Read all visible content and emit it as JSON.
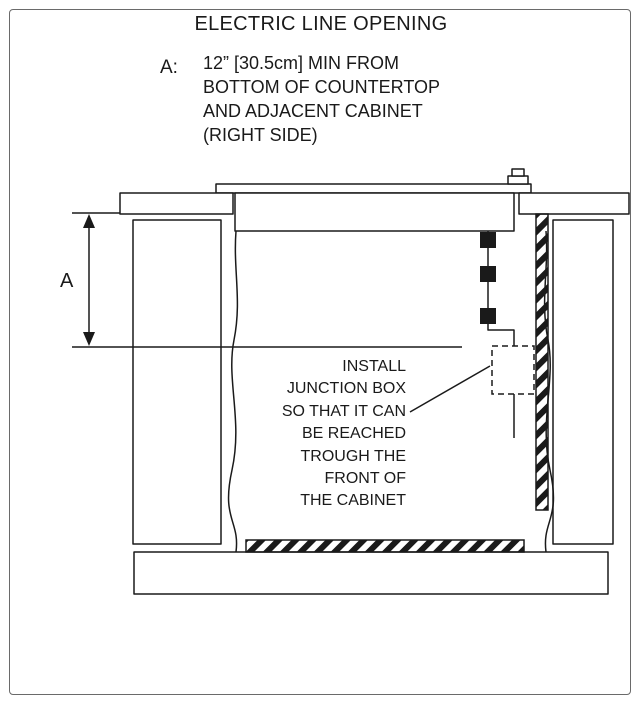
{
  "diagram": {
    "title": "ELECTRIC LINE OPENING",
    "spec": {
      "key": "A:",
      "lines": [
        "12” [30.5cm] MIN FROM",
        "BOTTOM OF COUNTERTOP",
        "AND ADJACENT CABINET",
        "(RIGHT SIDE)"
      ]
    },
    "dimension_label": "A",
    "note_lines": [
      "INSTALL",
      "JUNCTION BOX",
      "SO THAT IT CAN",
      "BE REACHED",
      "TROUGH THE",
      "FRONT OF",
      "THE CABINET"
    ],
    "colors": {
      "line": "#1a1a1a",
      "frame": "#6a6a6a",
      "background": "#ffffff"
    }
  }
}
